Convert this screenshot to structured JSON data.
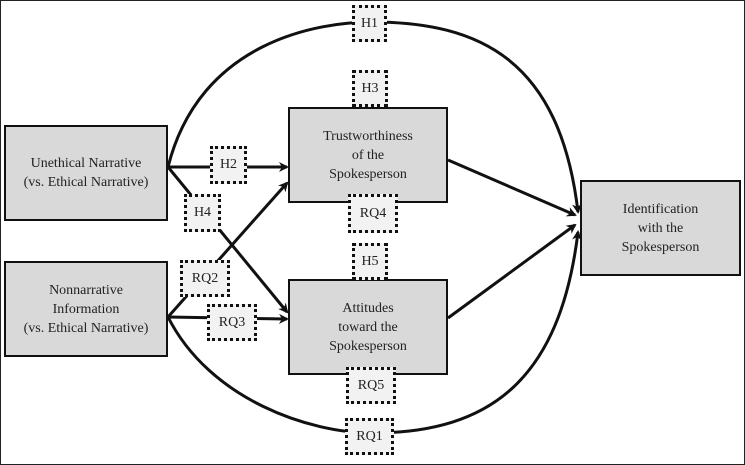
{
  "diagram": {
    "type": "path-model",
    "nodes": [
      {
        "id": "unethical",
        "label": "Unethical Narrative\n(vs. Ethical Narrative)"
      },
      {
        "id": "nonnarrative",
        "label": "Nonnarrative\nInformation\n(vs. Ethical Narrative)"
      },
      {
        "id": "trust",
        "label": "Trustworthiness\nof the\nSpokesperson"
      },
      {
        "id": "attitudes",
        "label": "Attitudes\ntoward the\nSpokesperson"
      },
      {
        "id": "identification",
        "label": "Identification\nwith the\nSpokesperson"
      }
    ],
    "path_labels": [
      {
        "id": "H1",
        "label": "H1",
        "path": "Unethical Narrative → Identification with the Spokesperson"
      },
      {
        "id": "H2",
        "label": "H2",
        "path": "Unethical Narrative → Trustworthiness of the Spokesperson"
      },
      {
        "id": "H3",
        "label": "H3",
        "path": "Trustworthiness → Identification"
      },
      {
        "id": "H4",
        "label": "H4",
        "path": "Unethical Narrative → Attitudes toward the Spokesperson"
      },
      {
        "id": "H5",
        "label": "H5",
        "path": "Attitudes → Identification"
      },
      {
        "id": "RQ1",
        "label": "RQ1",
        "path": "Nonnarrative Information → Identification with the Spokesperson"
      },
      {
        "id": "RQ2",
        "label": "RQ2",
        "path": "Nonnarrative Information → Trustworthiness of the Spokesperson"
      },
      {
        "id": "RQ3",
        "label": "RQ3",
        "path": "Nonnarrative Information → Attitudes toward the Spokesperson"
      },
      {
        "id": "RQ4",
        "label": "RQ4",
        "path": "Trustworthiness → Identification"
      },
      {
        "id": "RQ5",
        "label": "RQ5",
        "path": "Attitudes → Identification"
      }
    ]
  }
}
